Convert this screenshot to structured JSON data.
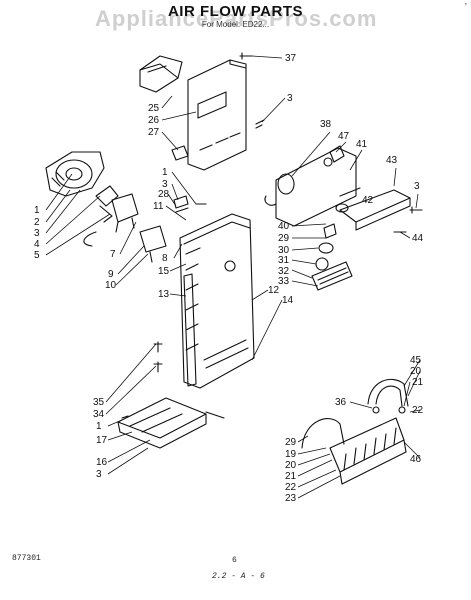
{
  "header": {
    "watermark": "AppliancePartsPros.com",
    "title": "AIR FLOW PARTS",
    "subtitle": "For Model: ED22..."
  },
  "corner_mark": "’",
  "footer": {
    "code": "877301",
    "page": "6",
    "ref": "2.2 - A - 6"
  },
  "callouts": [
    "37",
    "3",
    "25",
    "26",
    "27",
    "38",
    "47",
    "41",
    "43",
    "3",
    "1",
    "3",
    "28",
    "11",
    "42",
    "40",
    "1",
    "2",
    "3",
    "4",
    "5",
    "7",
    "9",
    "10",
    "8",
    "15",
    "29",
    "30",
    "31",
    "32",
    "33",
    "44",
    "13",
    "12",
    "14",
    "45",
    "20",
    "21",
    "35",
    "34",
    "36",
    "22",
    "1",
    "17",
    "16",
    "3",
    "29",
    "19",
    "20",
    "21",
    "22",
    "23",
    "46"
  ]
}
